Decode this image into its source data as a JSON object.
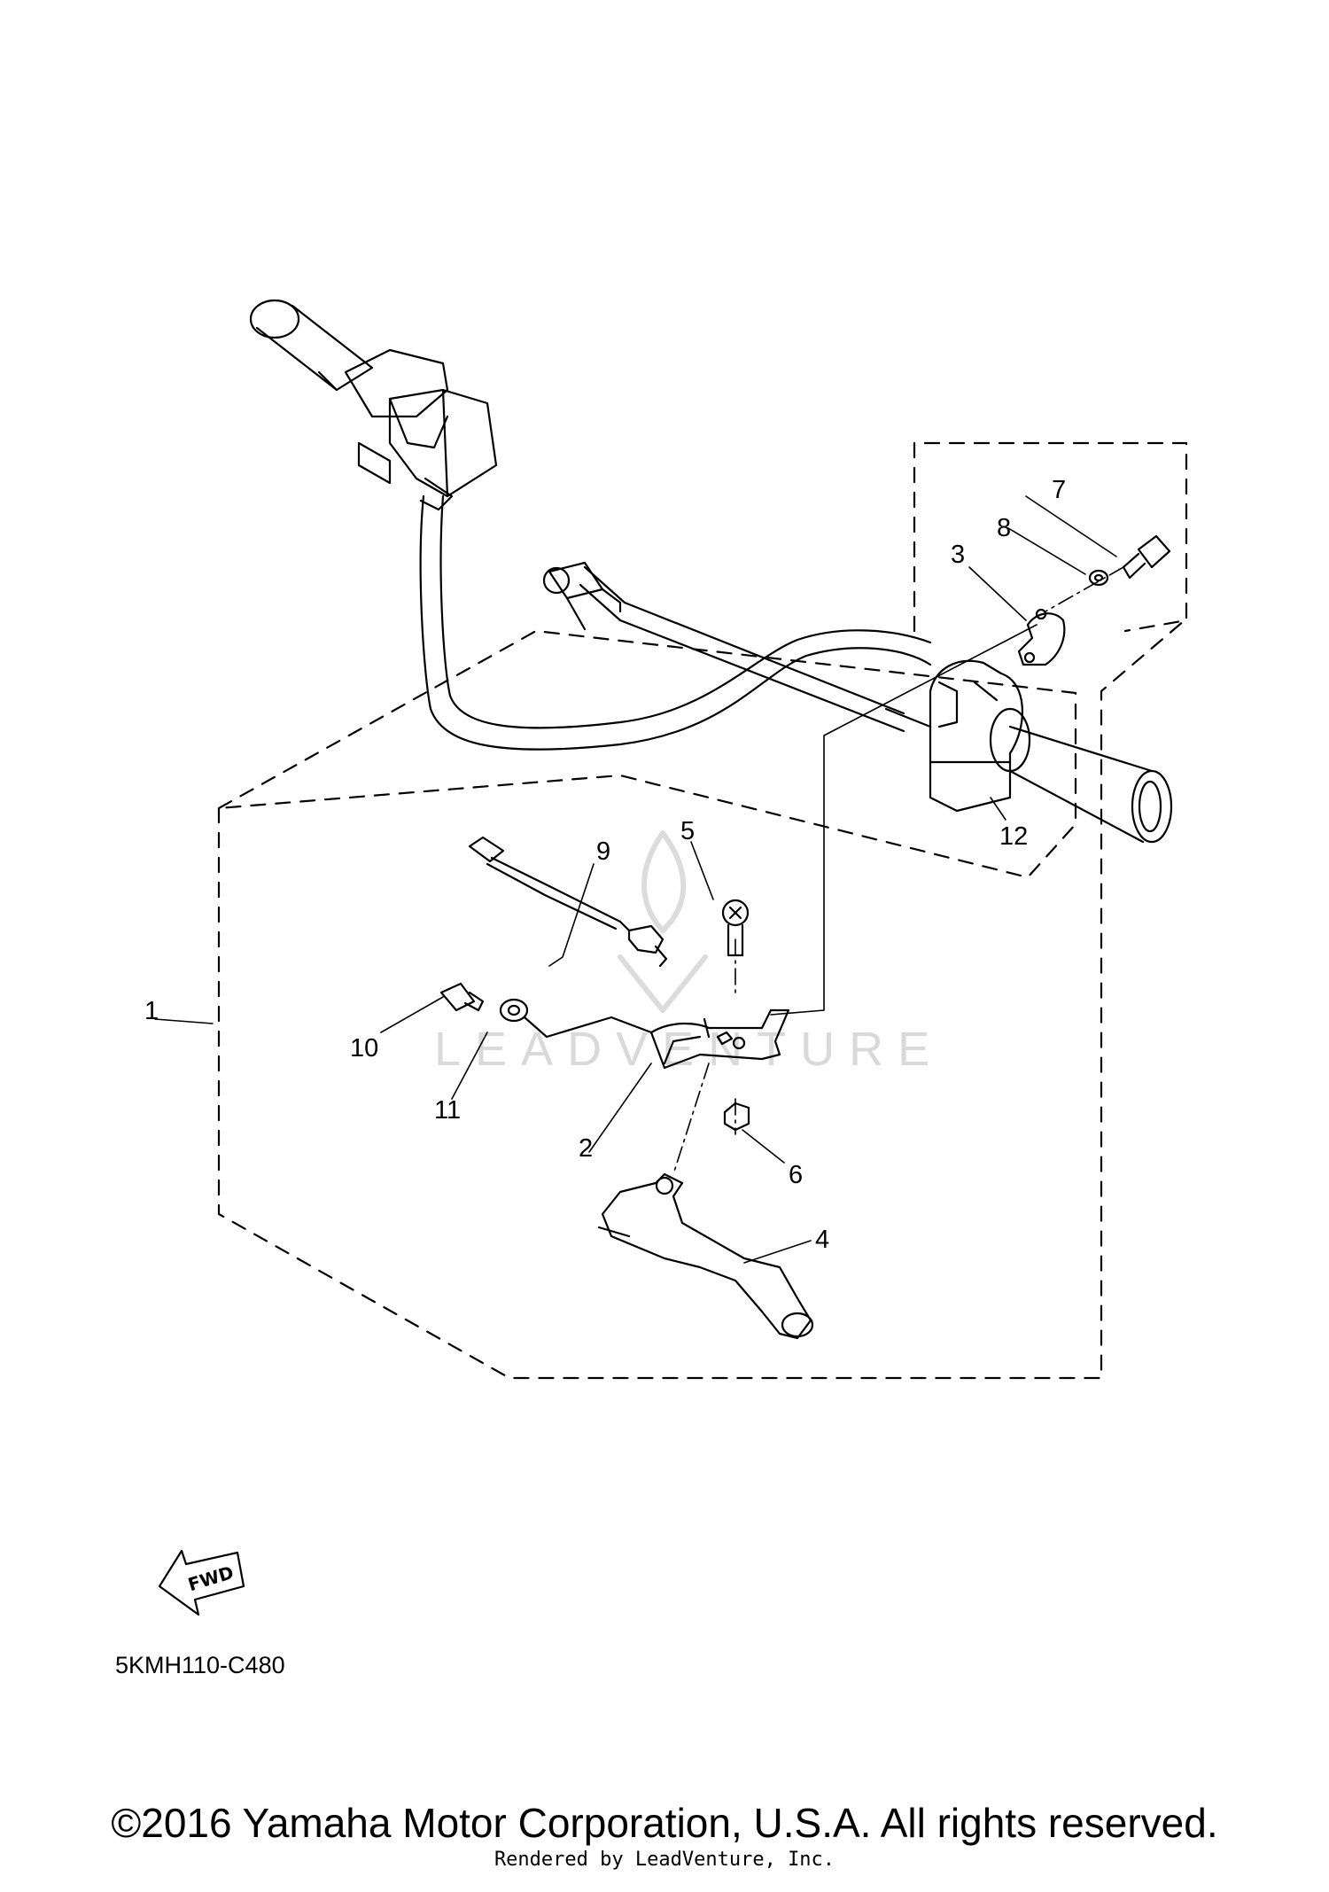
{
  "diagram": {
    "callouts": {
      "c1": "1",
      "c2": "2",
      "c3": "3",
      "c4": "4",
      "c5": "5",
      "c6": "6",
      "c7": "7",
      "c8": "8",
      "c9": "9",
      "c10": "10",
      "c11": "11",
      "c12": "12"
    },
    "fwd_label": "FWD",
    "drawing_code": "5KMH110-C480",
    "watermark_text": "LEADVENTURE"
  },
  "footer": {
    "copyright": "©2016 Yamaha Motor Corporation, U.S.A. All rights reserved.",
    "rendered_by": "Rendered by LeadVenture, Inc."
  }
}
